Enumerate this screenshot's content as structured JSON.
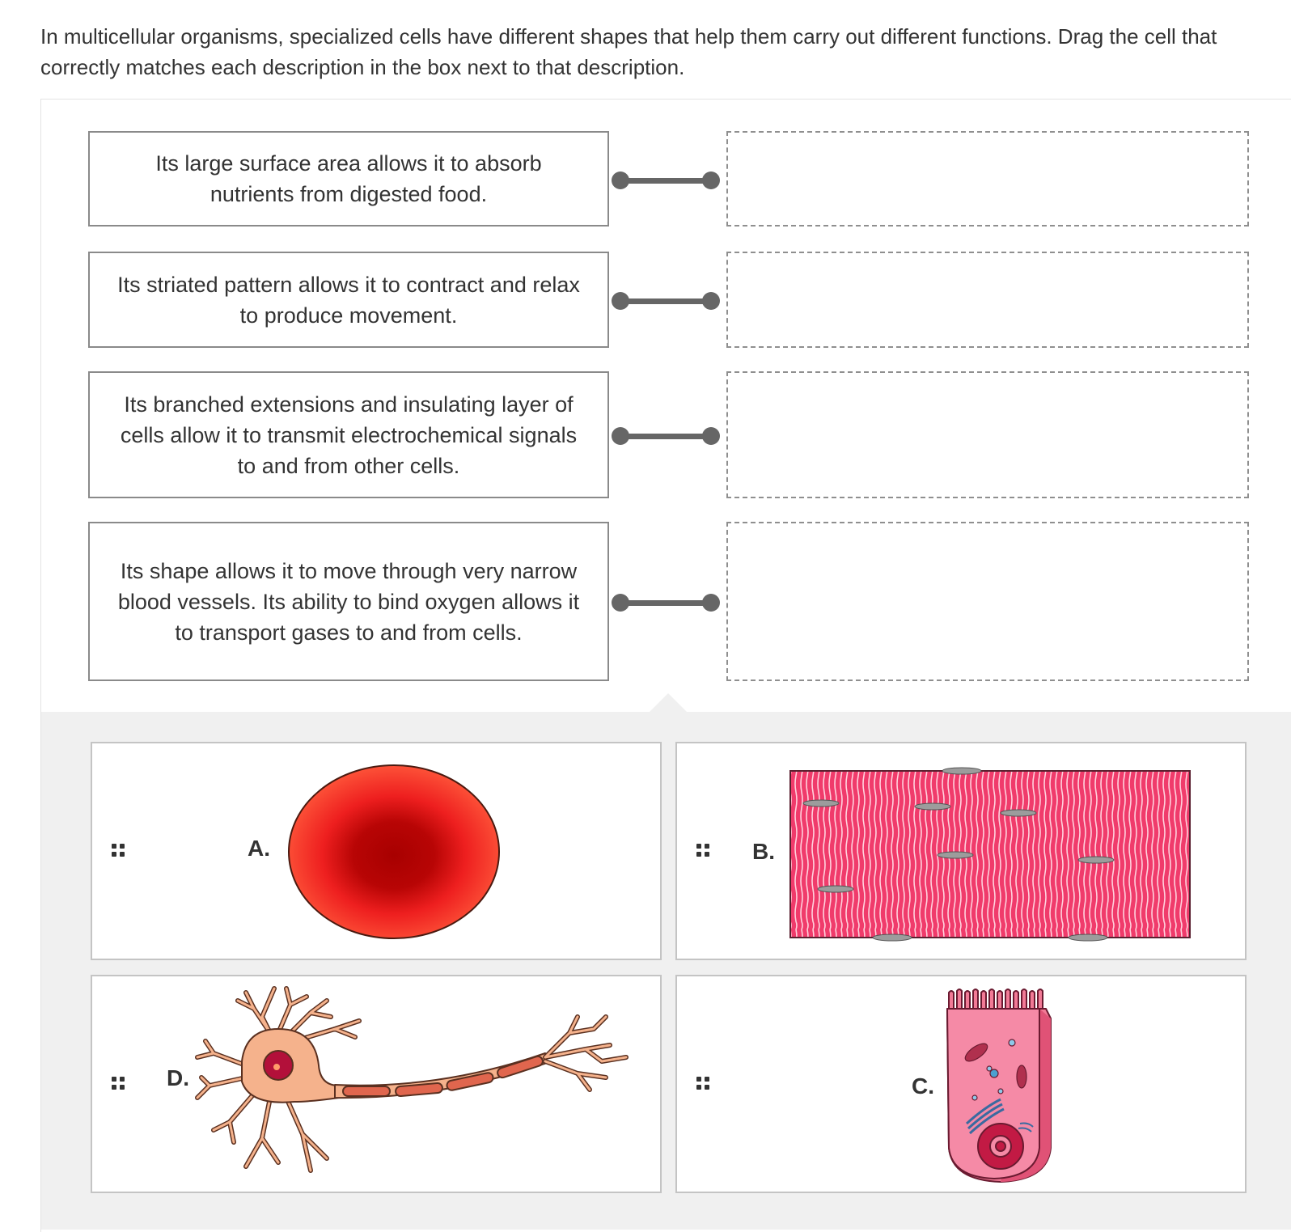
{
  "instructions": "In multicellular organisms, specialized cells have different shapes that help them carry out different functions. Drag the cell that correctly matches each description in the box next to that description.",
  "descriptions": [
    {
      "text": "Its large surface area allows it to absorb nutrients from digested food."
    },
    {
      "text": "Its striated pattern allows it to contract and relax to produce movement."
    },
    {
      "text": "Its branched extensions and insulating layer of cells allow it to transmit electrochemical signals to and from other cells."
    },
    {
      "text": "Its shape allows it to move through very narrow blood vessels. Its ability to bind oxygen allows it to transport gases to and from cells."
    }
  ],
  "cards": [
    {
      "label": "A.",
      "icon": "red-blood-cell-icon"
    },
    {
      "label": "B.",
      "icon": "muscle-cell-icon"
    },
    {
      "label": "D.",
      "icon": "nerve-cell-icon"
    },
    {
      "label": "C.",
      "icon": "epithelial-cell-icon"
    }
  ],
  "colors": {
    "red_blood_cell": "#ff3b2e",
    "muscle": "#f2537c",
    "neuron": "#f5b28c",
    "epithelial": "#f27a96"
  }
}
